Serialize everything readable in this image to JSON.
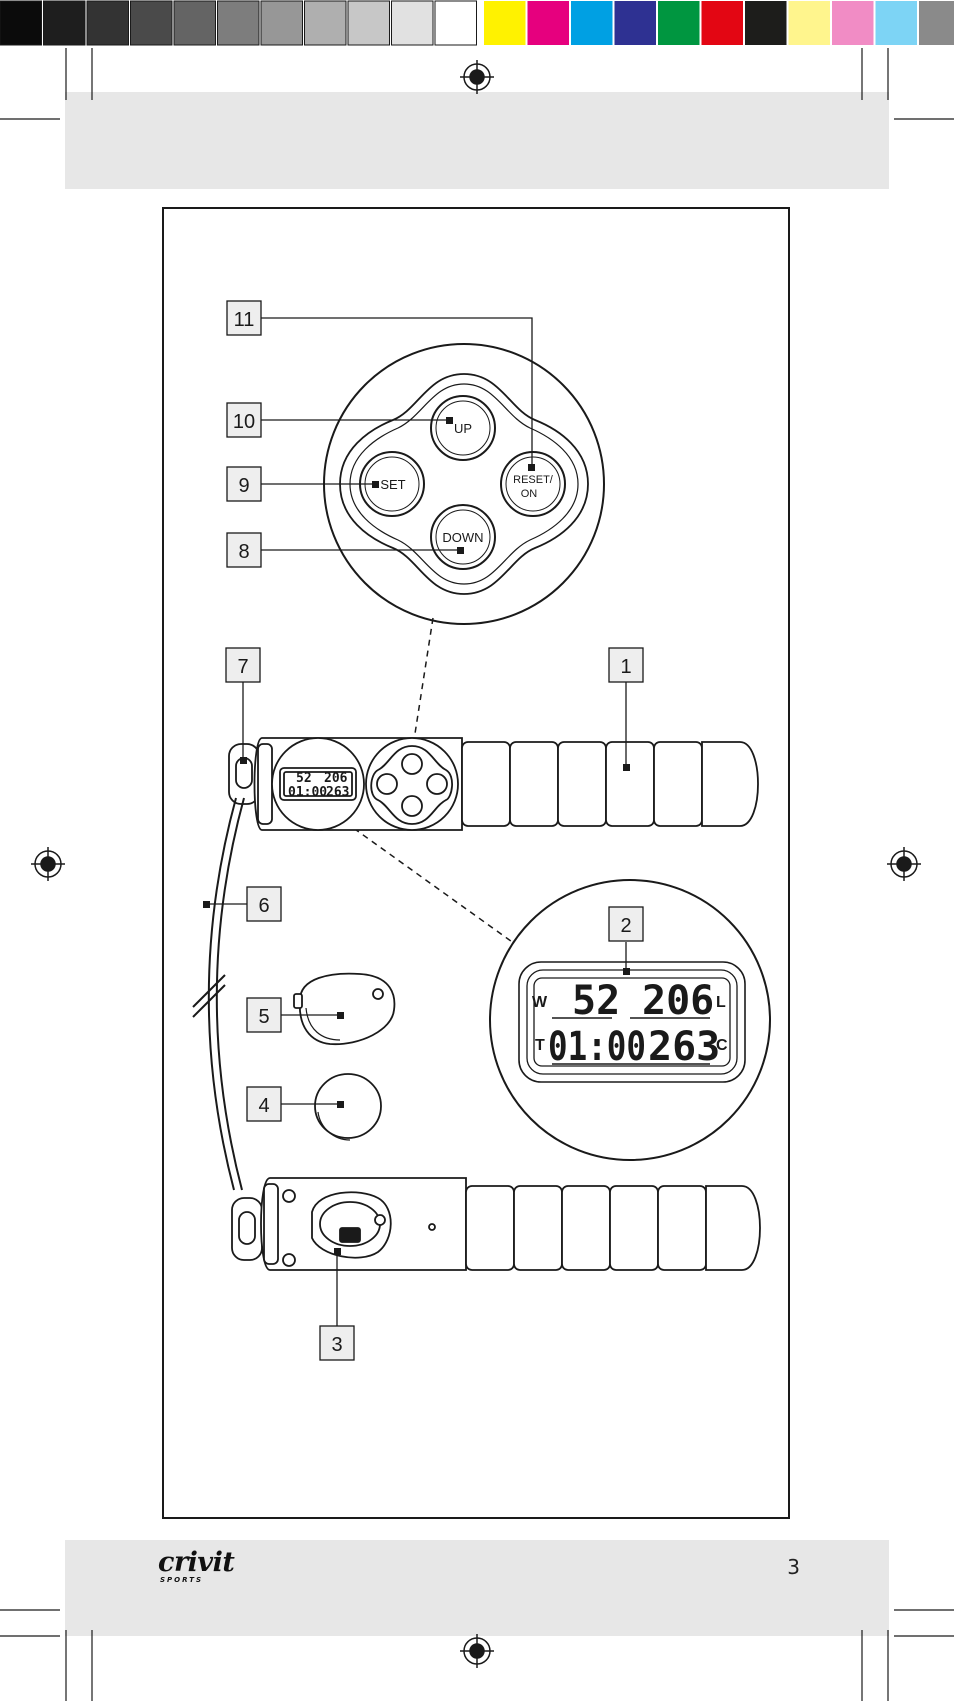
{
  "colors": {
    "grayscale": [
      "#0b0b0b",
      "#1e1e1e",
      "#333333",
      "#4a4a4a",
      "#646464",
      "#7d7d7d",
      "#979797",
      "#afafaf",
      "#c7c7c7",
      "#e1e1e1",
      "#ffffff"
    ],
    "process": [
      "#fff200",
      "#e6007e",
      "#00a0e3",
      "#2e3192",
      "#009640",
      "#e30613",
      "#1d1d1b",
      "#fff58d",
      "#f18cc5",
      "#7dd4f5",
      "#8a8a8a"
    ],
    "band": "#e7e7e7",
    "line": "#1a1a1a",
    "callout_fill": "#eeeeee"
  },
  "callouts": {
    "c1": "1",
    "c2": "2",
    "c3": "3",
    "c4": "4",
    "c5": "5",
    "c6": "6",
    "c7": "7",
    "c8": "8",
    "c9": "9",
    "c10": "10",
    "c11": "11"
  },
  "buttons": {
    "up": "UP",
    "set": "SET",
    "reset_line1": "RESET/",
    "reset_line2": "ON",
    "down": "DOWN"
  },
  "display": {
    "label_w": "W",
    "label_l": "L",
    "label_t": "T",
    "label_c": "C",
    "weight": "52",
    "length": "206",
    "time": "01:00",
    "count": "263"
  },
  "footer": {
    "brand": "crivit",
    "brand_sub": "SPORTS",
    "page_number": "3"
  }
}
